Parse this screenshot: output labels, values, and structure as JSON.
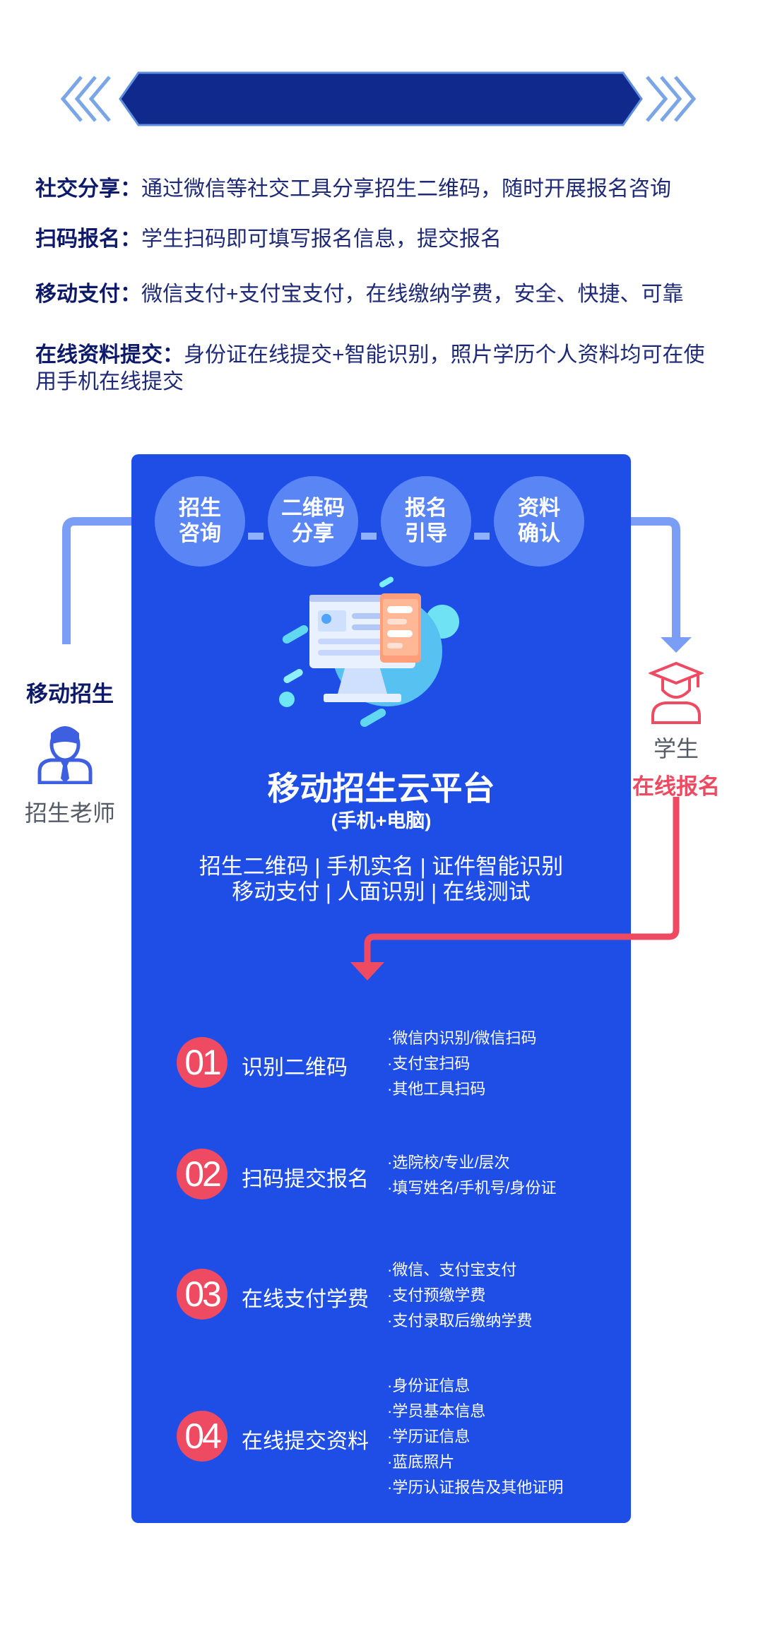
{
  "header": {
    "title": "学生：足不出户，一部手机报学历"
  },
  "features": [
    {
      "label": "社交分享：",
      "text": "通过微信等社交工具分享招生二维码，随时开展报名咨询"
    },
    {
      "label": "扫码报名：",
      "text": "学生扫码即可填写报名信息，提交报名"
    },
    {
      "label": "移动支付：",
      "text": "微信支付+支付宝支付，在线缴纳学费，安全、快捷、可靠"
    },
    {
      "label": "在线资料提交：",
      "text": "身份证在线提交+智能识别，照片学历个人资料均可在使用手机在线提交"
    }
  ],
  "flow_steps": [
    {
      "line1": "招生",
      "line2": "咨询"
    },
    {
      "line1": "二维码",
      "line2": "分享"
    },
    {
      "line1": "报名",
      "line2": "引导"
    },
    {
      "line1": "资料",
      "line2": "确认"
    }
  ],
  "teacher": {
    "top_label": "移动招生",
    "bottom_label": "招生老师",
    "icon": "teacher-icon"
  },
  "student": {
    "label": "学生",
    "action": "在线报名",
    "icon": "graduate-icon"
  },
  "platform": {
    "title": "移动招生云平台",
    "subtitle": "(手机+电脑)",
    "capabilities_line1": "招生二维码 | 手机实名 | 证件智能识别",
    "capabilities_line2": "移动支付 | 人面识别 | 在线测试",
    "illustration": "computer-phone-illustration"
  },
  "process": [
    {
      "number": "01",
      "title": "识别二维码",
      "bullets": [
        "·微信内识别/微信扫码",
        "·支付宝扫码",
        "·其他工具扫码"
      ]
    },
    {
      "number": "02",
      "title": "扫码提交报名",
      "bullets": [
        "·选院校/专业/层次",
        "·填写姓名/手机号/身份证"
      ]
    },
    {
      "number": "03",
      "title": "在线支付学费",
      "bullets": [
        "·微信、支付宝支付",
        "·支付预缴学费",
        "·支付录取后缴纳学费"
      ]
    },
    {
      "number": "04",
      "title": "在线提交资料",
      "bullets": [
        "·身份证信息",
        "·学员基本信息",
        "·学历证信息",
        "·蓝底照片",
        "·学历认证报告及其他证明"
      ]
    }
  ],
  "colors": {
    "panel": "#1e4ee6",
    "header": "#0f2a8c",
    "accent_red": "#ee4a62",
    "connector_blue": "#7a9ef5",
    "text_dark": "#0d1a6a"
  }
}
